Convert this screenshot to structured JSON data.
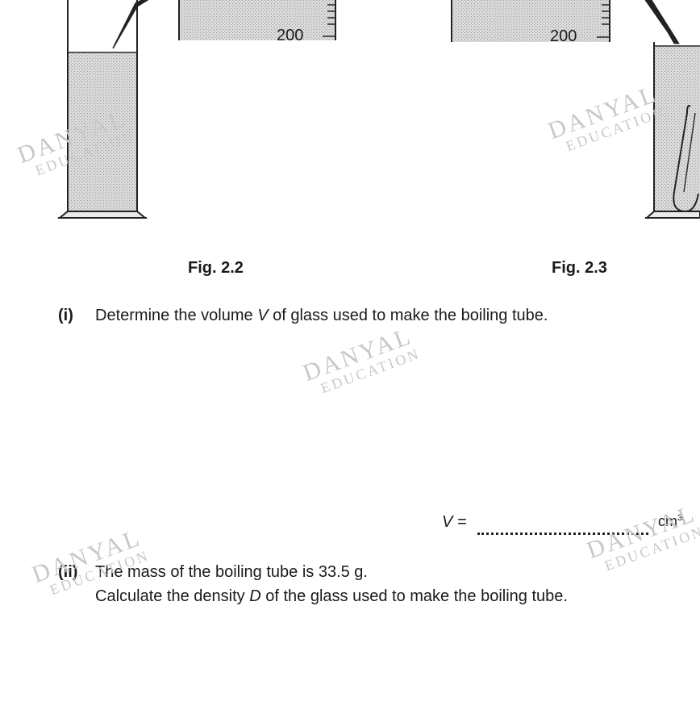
{
  "figures": {
    "fig_left": {
      "caption": "Fig. 2.2",
      "scale_label": "200"
    },
    "fig_right": {
      "caption": "Fig. 2.3",
      "scale_label": "200"
    }
  },
  "questions": [
    {
      "number": "(i)",
      "text_parts": [
        "Determine the volume ",
        "V",
        " of glass used to make the boiling tube."
      ]
    },
    {
      "number": "(ii)",
      "line1": "The mass of the boiling tube is 33.5 g.",
      "line2_parts": [
        "Calculate the density ",
        "D",
        " of the glass used to make the boiling tube."
      ]
    }
  ],
  "answer_line": {
    "label": "V =",
    "unit": "cm",
    "unit_exp": "3"
  },
  "watermark": {
    "line1": "DANYAL",
    "line2": "EDUCATION"
  }
}
